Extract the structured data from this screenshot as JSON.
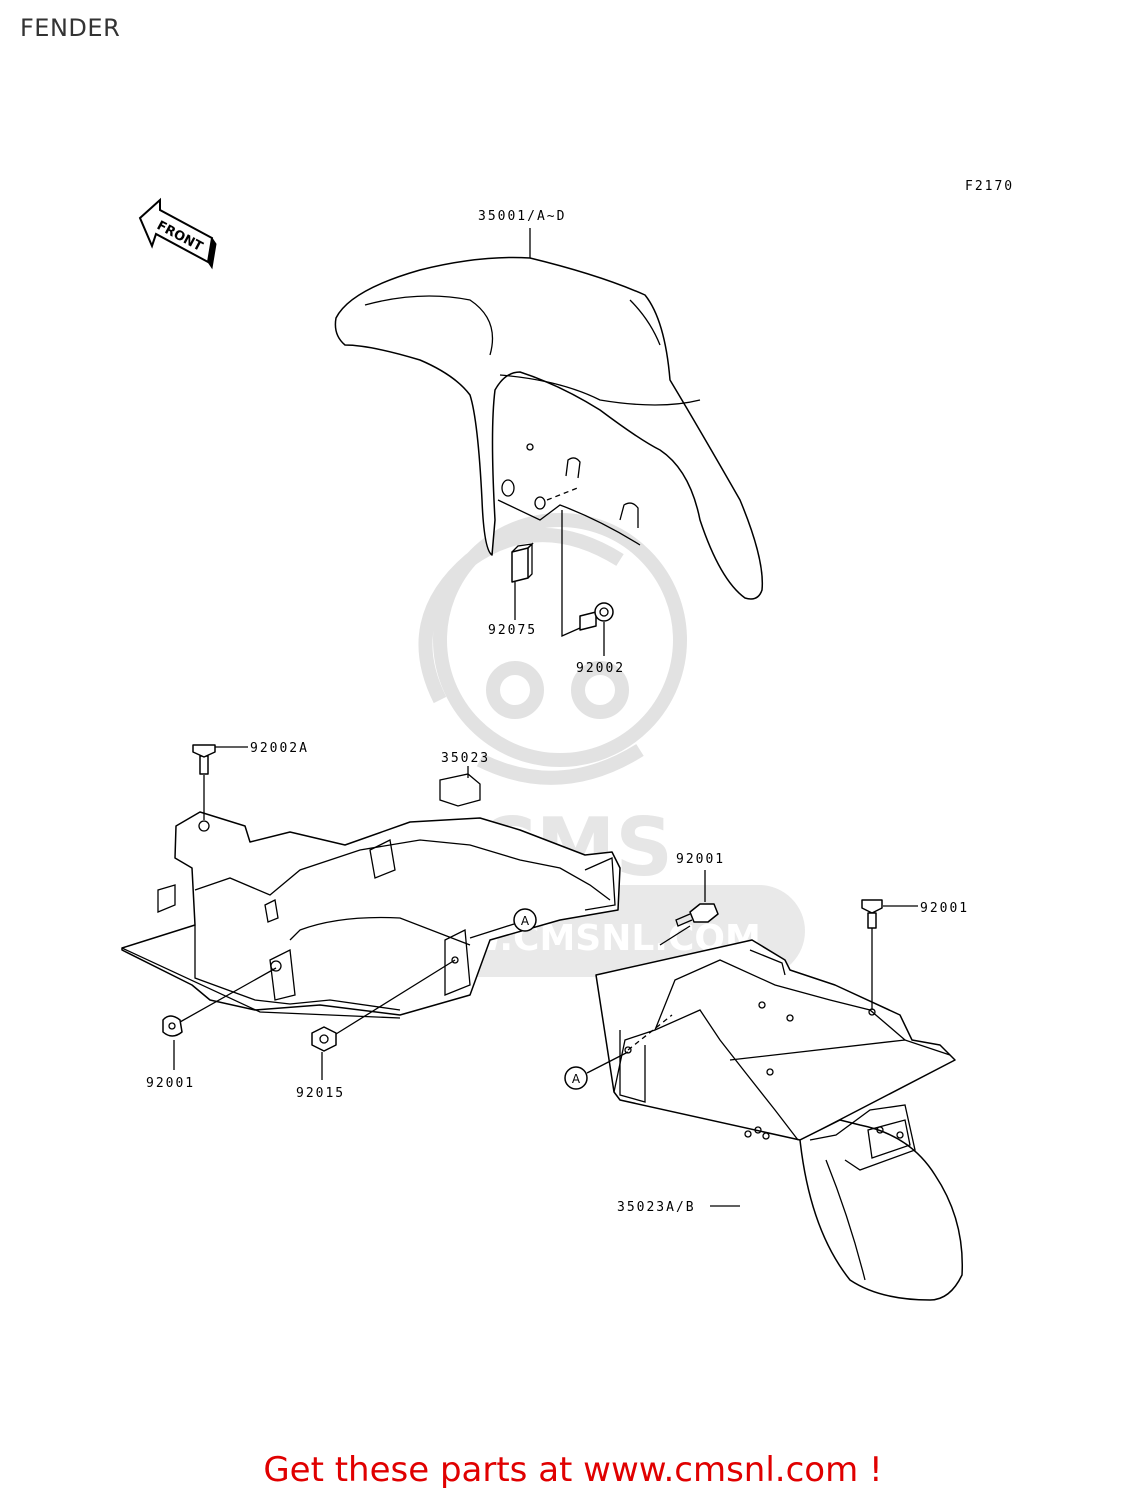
{
  "page": {
    "title": "FENDER"
  },
  "diagram": {
    "figure_code": "F2170",
    "front_arrow_label": "FRONT",
    "callouts": [
      {
        "id": "front-fender",
        "label": "35001/A~D"
      },
      {
        "id": "pad",
        "label": "92075"
      },
      {
        "id": "bolt-front",
        "label": "92002"
      },
      {
        "id": "bolt-top-left",
        "label": "92002A"
      },
      {
        "id": "inner-fender",
        "label": "35023"
      },
      {
        "id": "bolt-bottom-left",
        "label": "92001"
      },
      {
        "id": "nut",
        "label": "92015"
      },
      {
        "id": "bolt-rear-a",
        "label": "92001"
      },
      {
        "id": "bolt-rear-b",
        "label": "92001"
      },
      {
        "id": "rear-fender",
        "label": "35023A/B"
      }
    ],
    "reference_marks": [
      "A",
      "A"
    ]
  },
  "watermark": {
    "brand": "CMS",
    "url": "WWW.CMSNL.COM"
  },
  "footer": {
    "cta": "Get these parts at www.cmsnl.com !"
  }
}
